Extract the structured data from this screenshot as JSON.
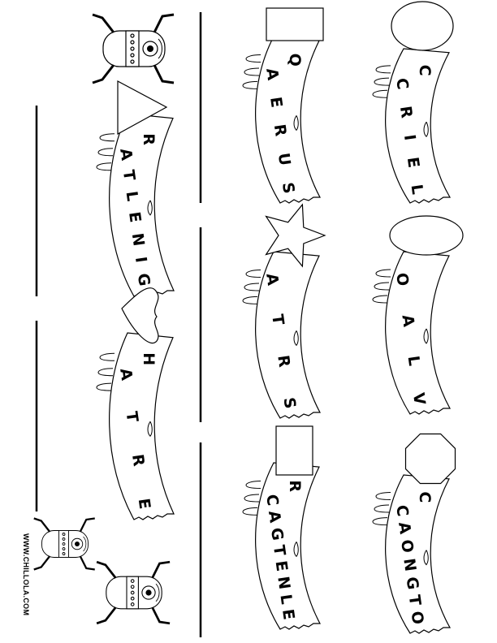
{
  "worksheet": {
    "puzzles": [
      {
        "shape": "circle",
        "first_letter": "C",
        "scrambled": "CRIEL"
      },
      {
        "shape": "oval",
        "first_letter": "",
        "scrambled": "OALV"
      },
      {
        "shape": "octagon",
        "first_letter": "C",
        "scrambled": "CAONGTO"
      },
      {
        "shape": "square",
        "first_letter": "Q",
        "scrambled": "AERUS"
      },
      {
        "shape": "star",
        "first_letter": "",
        "scrambled": "ATRS"
      },
      {
        "shape": "rectangle",
        "first_letter": "R",
        "scrambled": "CAGTENLE"
      },
      {
        "shape": "triangle",
        "first_letter": "R",
        "scrambled": "ATLENIG"
      },
      {
        "shape": "heart",
        "first_letter": "H",
        "scrambled": "ATRE"
      }
    ],
    "answer_line_count": 5,
    "watermark": "WWW.CHILLOLA.COM",
    "decorations": [
      "monster-top",
      "monster-bottom-left",
      "monster-bottom-right"
    ]
  }
}
